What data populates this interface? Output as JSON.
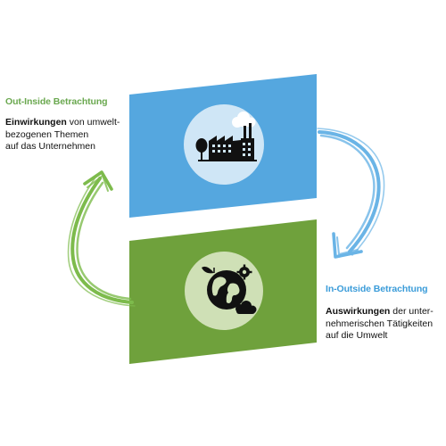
{
  "colors": {
    "blue_panel": "#55a7df",
    "green_panel": "#6fa13c",
    "blue_circle": "#cfe6f6",
    "green_circle": "#cfe0b6",
    "green_arrow": "#7dbb4c",
    "blue_arrow": "#6ab4e6",
    "icon": "#111111"
  },
  "left": {
    "heading": "Out-Inside Betrachtung",
    "bold": "Einwirkungen",
    "line1_rest": " von umwelt-",
    "line2": "bezogenen Themen",
    "line3": "auf das Unternehmen"
  },
  "right": {
    "heading": "In-Outside Betrachtung",
    "bold": "Auswirkungen",
    "line1_rest": " der unter-",
    "line2": "nehmerischen Tätigkeiten",
    "line3": "auf die Umwelt"
  },
  "icons": {
    "top": "factory-icon",
    "bottom": "earth-icon"
  }
}
